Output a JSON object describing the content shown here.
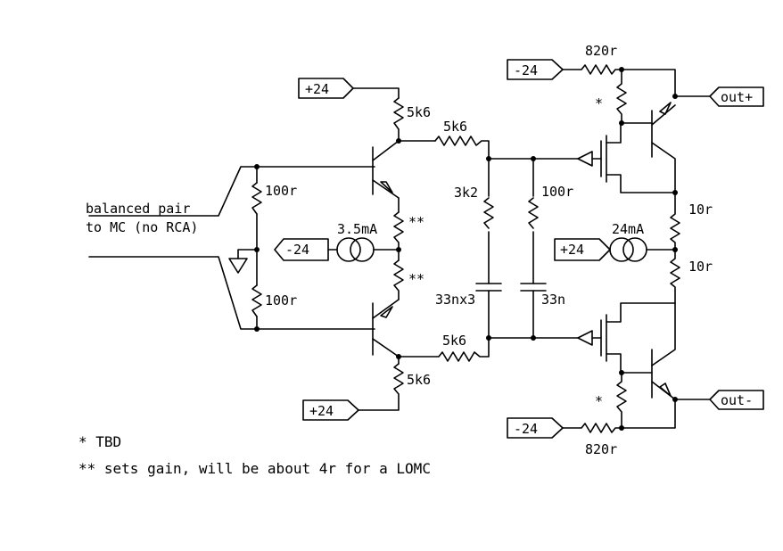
{
  "schematic": {
    "input_label": [
      "balanced pair",
      "to MC (no RCA)"
    ],
    "rails": {
      "plus": "+24",
      "minus": "-24"
    },
    "outputs": {
      "pos": "out+",
      "neg": "out-"
    },
    "components": {
      "r_in_top": "100r",
      "r_in_bot": "100r",
      "r_col_top": "5k6",
      "r_col_bot": "5k6",
      "r_series_top": "5k6",
      "r_series_bot": "5k6",
      "r_zobel": "3k2",
      "c_zobel": "33nx3",
      "r_shunt": "100r",
      "c_shunt": "33n",
      "r_out_top": "820r",
      "r_out_bot": "820r",
      "r_emit_top": "10r",
      "r_emit_bot": "10r",
      "i_tail": "3.5mA",
      "i_out": "24mA",
      "gain_mark_top": "**",
      "gain_mark_bot": "**",
      "tbd_mark_top": "*",
      "tbd_mark_bot": "*"
    }
  },
  "notes": {
    "tbd": "* TBD",
    "gain": "** sets gain, will be about 4r for a LOMC"
  }
}
